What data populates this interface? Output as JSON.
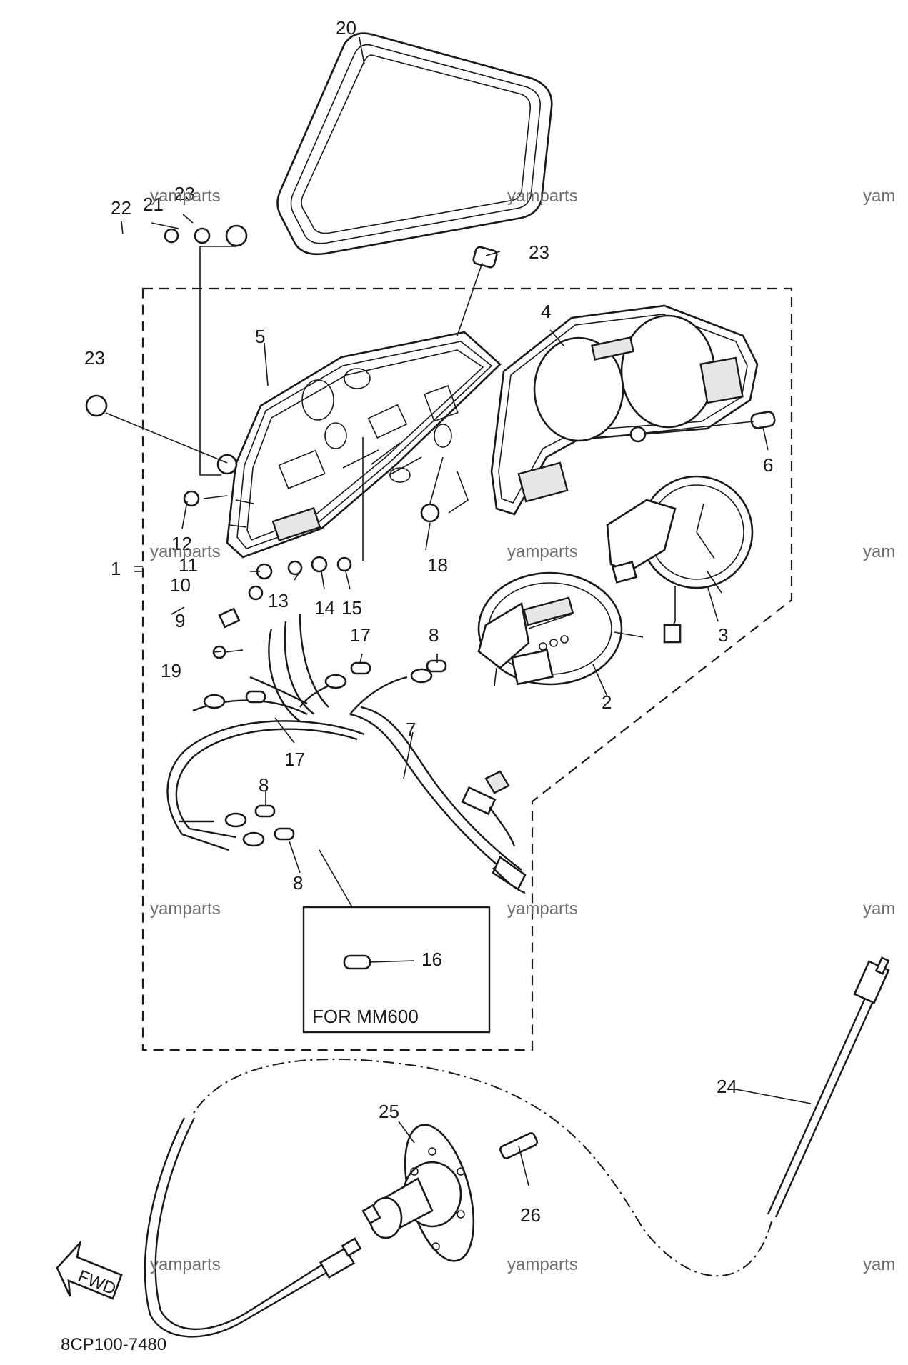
{
  "callouts": {
    "c1": "1",
    "c2": "2",
    "c3": "3",
    "c4": "4",
    "c5": "5",
    "c6": "6",
    "c7": "7",
    "c8a": "8",
    "c8b": "8",
    "c8c": "8",
    "c9": "9",
    "c10": "10",
    "c11": "11",
    "c12": "12",
    "c13": "13",
    "c14": "14",
    "c15": "15",
    "c16": "16",
    "c17a": "17",
    "c17b": "17",
    "c18": "18",
    "c19": "19",
    "c20": "20",
    "c21": "21",
    "c22": "22",
    "c23a": "23",
    "c23b": "23",
    "c23c": "23",
    "c24": "24",
    "c25": "25",
    "c26": "26"
  },
  "inset_label": "FOR MM600",
  "diagram_code": "8CP100-7480",
  "fwd_label": "FWD",
  "watermark": "yamparts",
  "watermark_cut": "yam"
}
